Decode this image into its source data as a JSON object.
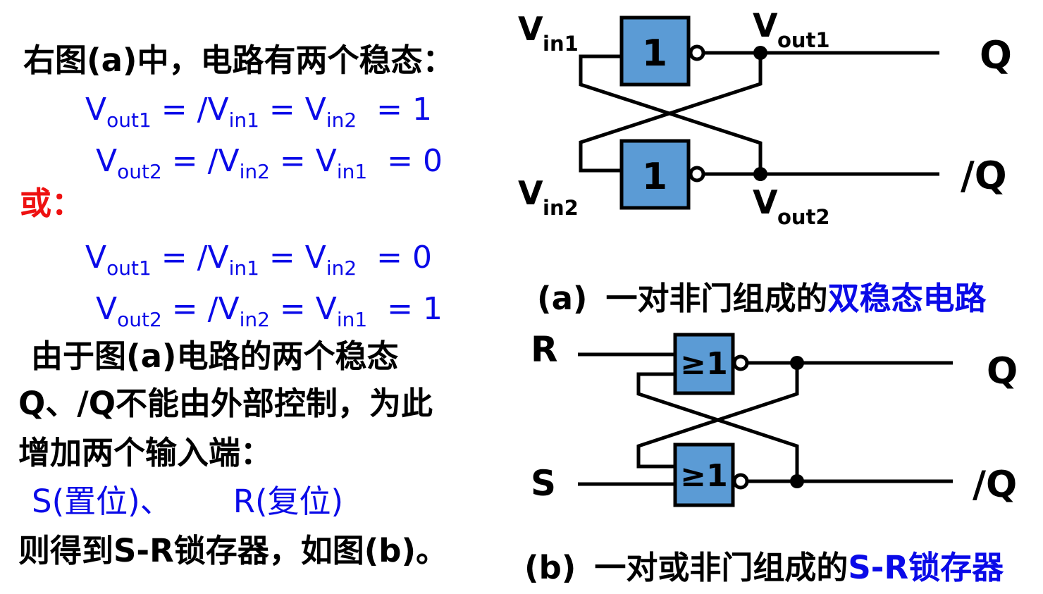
{
  "colors": {
    "text_blue": "#0a0ae8",
    "text_red": "#ee1111",
    "text_black": "#000000",
    "gate_fill": "#5b9bd5",
    "wire_black": "#000000"
  },
  "left_panel": {
    "intro": "右图(a)中，电路有两个稳态：",
    "or_label": "或：",
    "formulas": [
      {
        "v1": "V",
        "sub1": "out1",
        "eq1": " = /",
        "v2": "V",
        "sub2": "in1",
        "eq2": " = ",
        "v3": "V",
        "sub3": "in2",
        "eq3": "  = ",
        "result": "1"
      },
      {
        "v1": "V",
        "sub1": "out2",
        "eq1": " = /",
        "v2": "V",
        "sub2": "in2",
        "eq2": " = ",
        "v3": "V",
        "sub3": "in1",
        "eq3": "  = ",
        "result": "0"
      },
      {
        "v1": "V",
        "sub1": "out1",
        "eq1": " = /",
        "v2": "V",
        "sub2": "in1",
        "eq2": " = ",
        "v3": "V",
        "sub3": "in2",
        "eq3": "  = ",
        "result": "0"
      },
      {
        "v1": "V",
        "sub1": "out2",
        "eq1": " = /",
        "v2": "V",
        "sub2": "in2",
        "eq2": " = ",
        "v3": "V",
        "sub3": "in1",
        "eq3": "  = ",
        "result": "1"
      }
    ],
    "para2_line1": "由于图(a)电路的两个稳态",
    "para2_line2": "Q、/Q不能由外部控制，为此",
    "para2_line3": "增加两个输入端：",
    "sr_labels": {
      "set": "S(置位)、",
      "reset": "R(复位)"
    },
    "closing": "则得到S-R锁存器，如图(b)。"
  },
  "circuit_a": {
    "gate_label": "1",
    "labels": {
      "vin1_base": "V",
      "vin1_sub": "in1",
      "vin2_base": "V",
      "vin2_sub": "in2",
      "vout1_base": "V",
      "vout1_sub": "out1",
      "vout2_base": "V",
      "vout2_sub": "out2",
      "q": "Q",
      "qbar": "/Q"
    },
    "caption": {
      "index": "(a)",
      "text_black": "一对非门组成的",
      "text_blue": "双稳态电路"
    }
  },
  "circuit_b": {
    "gate_label": "≥1",
    "labels": {
      "r": "R",
      "s": "S",
      "q": "Q",
      "qbar": "/Q"
    },
    "caption": {
      "index": "(b)",
      "text_black": "一对或非门组成的",
      "text_blue": "S-R锁存器"
    }
  }
}
